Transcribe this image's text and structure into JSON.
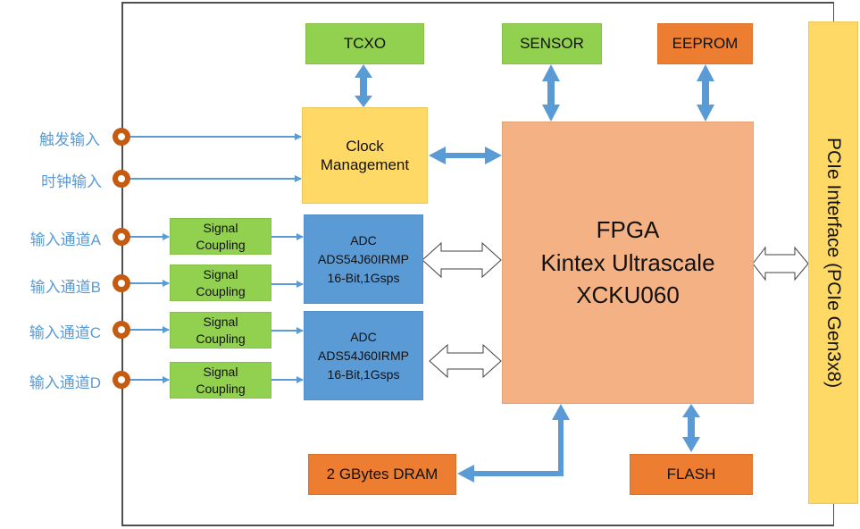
{
  "colors": {
    "board_border": "#505050",
    "line_blue": "#5b9bd5",
    "connector_ring": "#c55a11",
    "label_blue": "#5b9bd5",
    "green_block": "#92d050",
    "orange_block": "#ed7d31",
    "yellow_block": "#ffd966",
    "blue_block": "#5b9bd5",
    "fpga_block": "#f4b183"
  },
  "inputs": [
    {
      "label": "触发输入"
    },
    {
      "label": "时钟输入"
    },
    {
      "label": "输入通道A"
    },
    {
      "label": "输入通道B"
    },
    {
      "label": "输入通道C"
    },
    {
      "label": "输入通道D"
    }
  ],
  "blocks": {
    "tcxo": "TCXO",
    "sensor": "SENSOR",
    "eeprom": "EEPROM",
    "clock_management": {
      "line1": "Clock",
      "line2": "Management"
    },
    "signal_coupling": [
      {
        "line1": "Signal",
        "line2": "Coupling"
      },
      {
        "line1": "Signal",
        "line2": "Coupling"
      },
      {
        "line1": "Signal",
        "line2": "Coupling"
      },
      {
        "line1": "Signal",
        "line2": "Coupling"
      }
    ],
    "adc": [
      {
        "line1": "ADC",
        "line2": "ADS54J60IRMP",
        "line3": "16-Bit,1Gsps"
      },
      {
        "line1": "ADC",
        "line2": "ADS54J60IRMP",
        "line3": "16-Bit,1Gsps"
      }
    ],
    "fpga": {
      "line1": "FPGA",
      "line2": "Kintex Ultrascale",
      "line3": "XCKU060"
    },
    "dram": "2 GBytes DRAM",
    "flash": "FLASH",
    "pcie": "PCIe Interface (PCIe Gen3x8)"
  }
}
